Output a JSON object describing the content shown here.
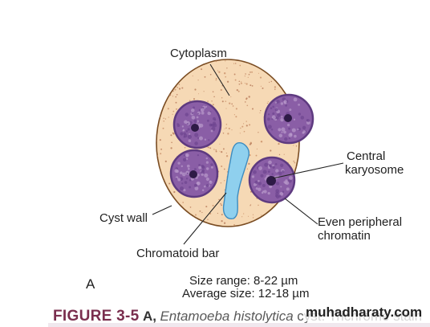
{
  "labels": {
    "cytoplasm": "Cytoplasm",
    "central_karyosome_1": "Central",
    "central_karyosome_2": "karyosome",
    "cyst_wall": "Cyst wall",
    "chromatoid_bar": "Chromatoid bar",
    "even_peripheral_1": "Even peripheral",
    "even_peripheral_2": "chromatin",
    "panel_letter": "A",
    "size_range": "Size range: 8-22 µm",
    "average_size": "Average size: 12-18 µm"
  },
  "caption": {
    "figure_number": "FIGURE  3-5",
    "panel_ref": "A,",
    "organism": "Entamoeba histolytica",
    "rest": "cyst. Trichrome stain"
  },
  "watermark": "muhadharaty.com",
  "colors": {
    "cyst_fill": "#f6d9b5",
    "cyst_outline": "#7a4c22",
    "nucleus_fill": "#8a5ea6",
    "nucleus_dark": "#5e3a80",
    "karyosome": "#2e1a46",
    "chromatoid_fill": "#8fd0ee",
    "chromatoid_outline": "#3d8cc0",
    "caption_title": "#7a2e4e",
    "leader_line": "#222222"
  }
}
